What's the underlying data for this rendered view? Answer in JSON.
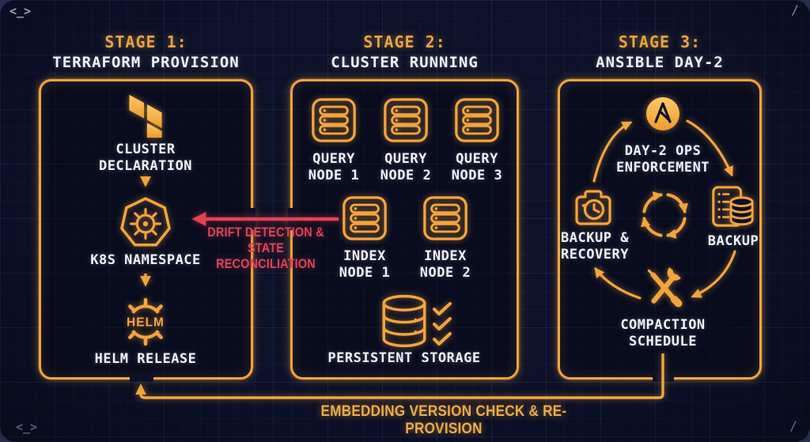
{
  "frame": {
    "corner_top_left": "<_>",
    "corner_top_right": "/",
    "corner_bottom_left": "<_>",
    "corner_bottom_right": "/"
  },
  "colors": {
    "amber": "#F2A53E",
    "red": "#DC4455",
    "background": "#0D1129",
    "text": "#F2F4FA"
  },
  "helm_text": "HELM",
  "stages": [
    {
      "title": "STAGE 1:",
      "subtitle": "TERRAFORM PROVISION",
      "nodes": [
        {
          "icon": "terraform-logo",
          "label_line1": "CLUSTER",
          "label_line2": "DECLARATION"
        },
        {
          "icon": "kubernetes-icon",
          "label_line1": "K8S NAMESPACE"
        },
        {
          "icon": "helm-icon",
          "label_line1": "HELM RELEASE"
        }
      ]
    },
    {
      "title": "STAGE 2:",
      "subtitle": "CLUSTER RUNNING",
      "nodes": [
        {
          "icon": "server-icon",
          "label_line1": "QUERY",
          "label_line2": "NODE 1"
        },
        {
          "icon": "server-icon",
          "label_line1": "QUERY",
          "label_line2": "NODE 2"
        },
        {
          "icon": "server-icon",
          "label_line1": "QUERY",
          "label_line2": "NODE 3"
        },
        {
          "icon": "server-icon",
          "label_line1": "INDEX",
          "label_line2": "NODE 1"
        },
        {
          "icon": "server-icon",
          "label_line1": "INDEX",
          "label_line2": "NODE 2"
        },
        {
          "icon": "database-icon",
          "label_line1": "PERSISTENT STORAGE"
        }
      ]
    },
    {
      "title": "STAGE 3:",
      "subtitle": "ANSIBLE DAY-2",
      "nodes": [
        {
          "icon": "ansible-logo",
          "label_line1": "DAY-2 OPS",
          "label_line2": "ENFORCEMENT"
        },
        {
          "icon": "backup-recovery-icon",
          "label_line1": "BACKUP &",
          "label_line2": "RECOVERY"
        },
        {
          "icon": "backup-icon",
          "label_line1": "BACKUP"
        },
        {
          "icon": "compaction-icon",
          "label_line1": "COMPACTION",
          "label_line2": "SCHEDULE"
        }
      ]
    }
  ],
  "annotations": {
    "drift_line1": "DRIFT DETECTION &",
    "drift_line2": "STATE RECONCILIATION",
    "feedback_label": "EMBEDDING VERSION CHECK & RE-PROVISION"
  }
}
